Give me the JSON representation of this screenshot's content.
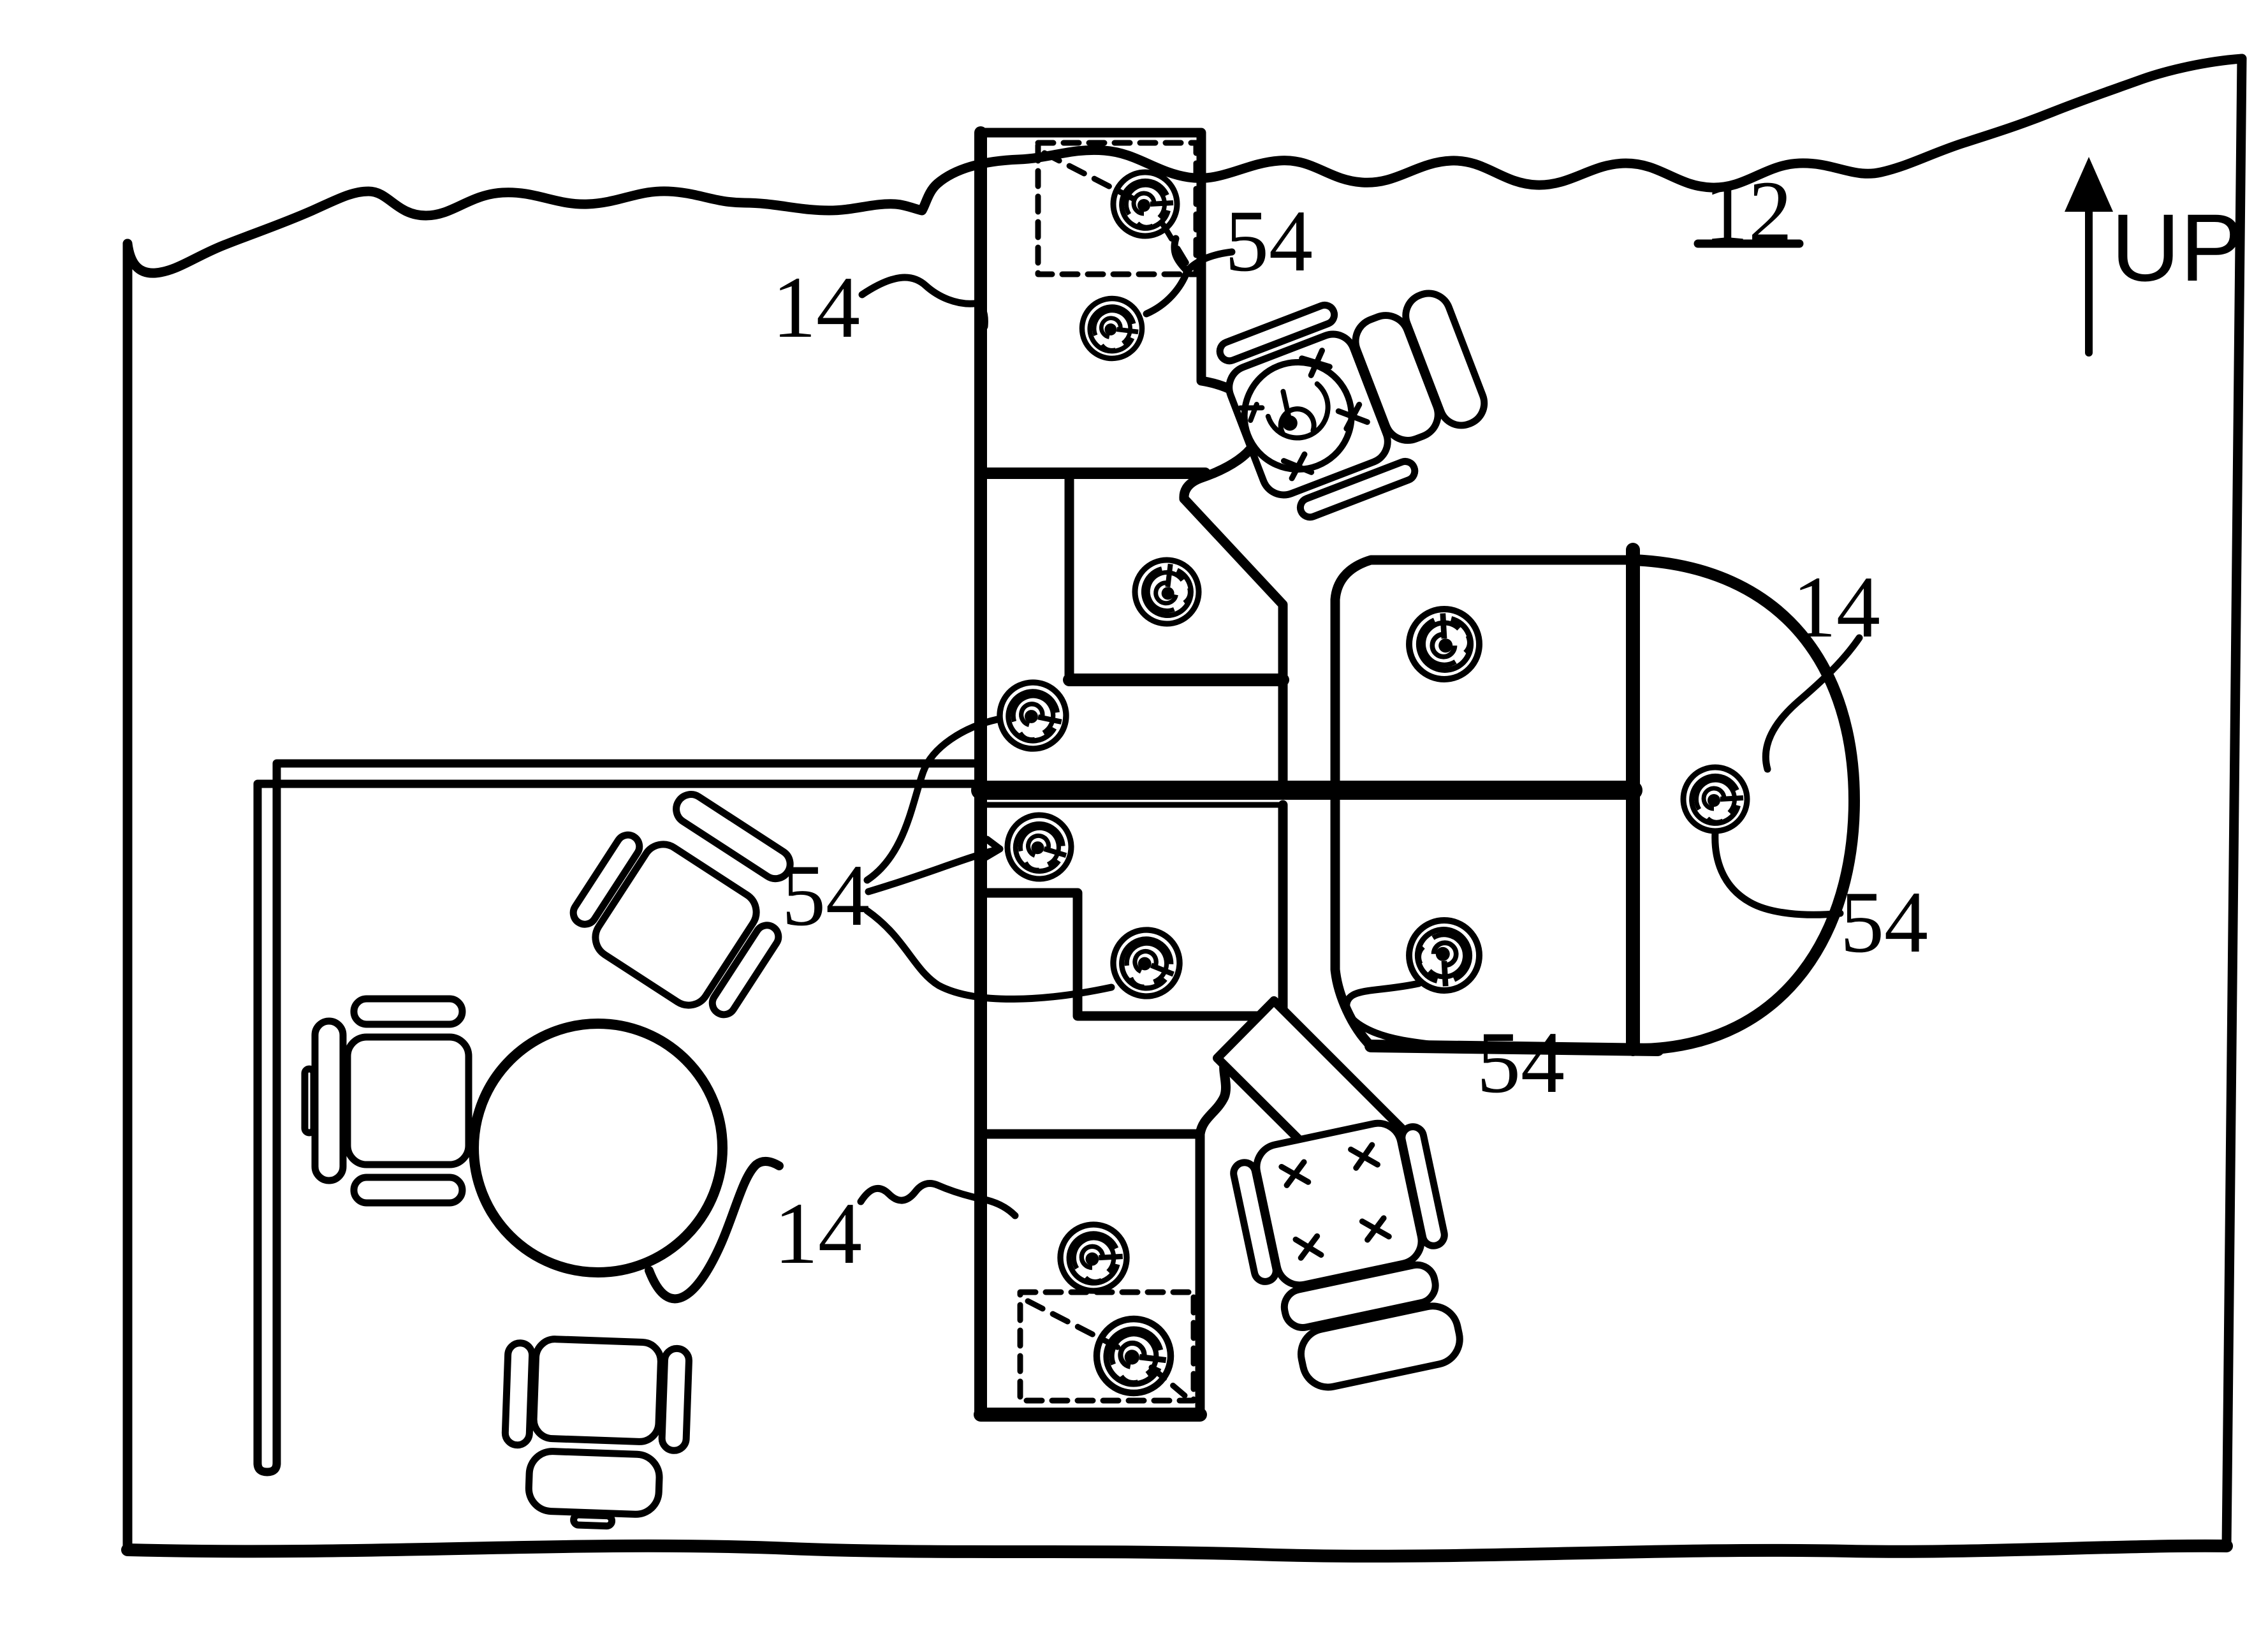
{
  "figure": {
    "reference_numerals": {
      "room": "12",
      "workstation": "14",
      "grommet": "54"
    },
    "orientation_label": "UP",
    "labels": [
      {
        "id": "ref-12",
        "text": "12",
        "meaning": "room / floor area"
      },
      {
        "id": "up-arrow",
        "text": "UP",
        "meaning": "orientation arrow"
      },
      {
        "id": "ref-14-top-left",
        "text": "14"
      },
      {
        "id": "ref-14-right",
        "text": "14"
      },
      {
        "id": "ref-14-bottom",
        "text": "14"
      },
      {
        "id": "ref-54-top",
        "text": "54"
      },
      {
        "id": "ref-54-left",
        "text": "54"
      },
      {
        "id": "ref-54-right",
        "text": "54"
      },
      {
        "id": "ref-54-bottom",
        "text": "54"
      }
    ],
    "colors": {
      "ink": "#000000",
      "paper": "#ffffff"
    },
    "counts": {
      "grommets": 11,
      "task_chairs": 5,
      "desk_surfaces": 7,
      "round_tables": 1
    }
  }
}
